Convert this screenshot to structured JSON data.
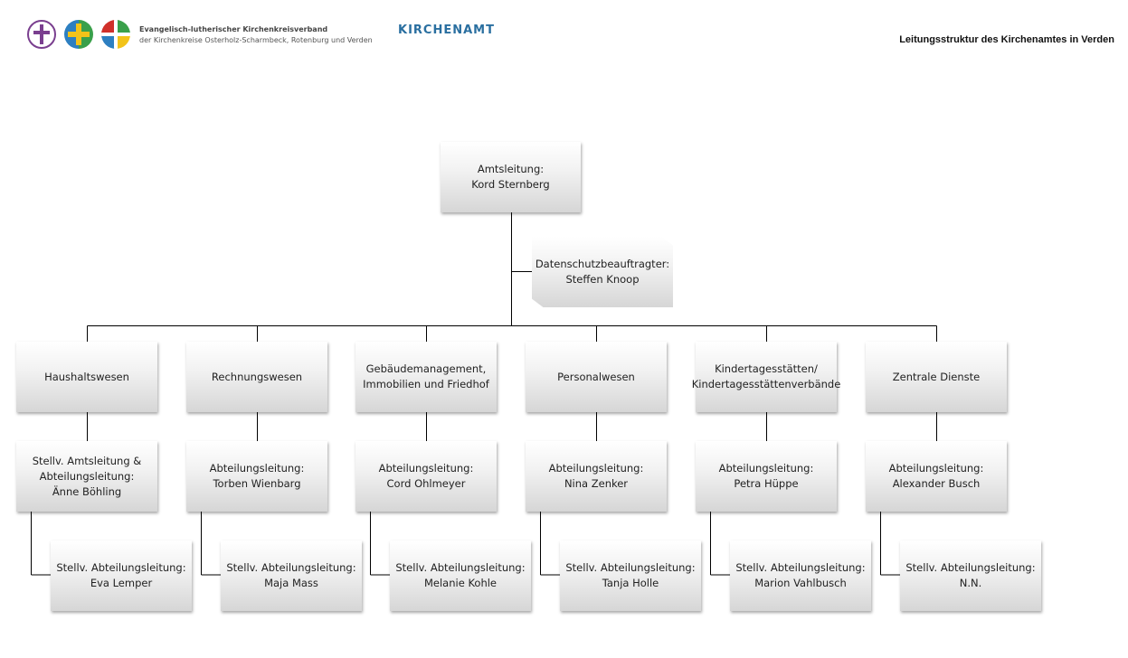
{
  "header": {
    "org_line1": "Evangelisch-lutherischer Kirchenkreisverband",
    "org_line2": "der Kirchenkreise Osterholz-Scharmbeck, Rotenburg und Verden",
    "kirchenamt": "KIRCHENAMT",
    "title": "Leitungsstruktur des Kirchenamtes in Verden"
  },
  "top": {
    "role": "Amtsleitung:",
    "name": "Kord Sternberg"
  },
  "datenschutz": {
    "role": "Datenschutzbeauftragter:",
    "name": "Steffen Knoop"
  },
  "departments": [
    {
      "name_lines": [
        "Haushaltswesen"
      ],
      "lead_role": [
        "Stellv. Amtsleitung &",
        "Abteilungsleitung:"
      ],
      "lead_name": "Änne Böhling",
      "deputy_role": "Stellv. Abteilungsleitung:",
      "deputy_name": "Eva Lemper"
    },
    {
      "name_lines": [
        "Rechnungswesen"
      ],
      "lead_role": [
        "Abteilungsleitung:"
      ],
      "lead_name": "Torben Wienbarg",
      "deputy_role": "Stellv. Abteilungsleitung:",
      "deputy_name": "Maja Mass"
    },
    {
      "name_lines": [
        "Gebäudemanagement,",
        "Immobilien und Friedhof"
      ],
      "lead_role": [
        "Abteilungsleitung:"
      ],
      "lead_name": "Cord Ohlmeyer",
      "deputy_role": "Stellv. Abteilungsleitung:",
      "deputy_name": "Melanie Kohle"
    },
    {
      "name_lines": [
        "Personalwesen"
      ],
      "lead_role": [
        "Abteilungsleitung:"
      ],
      "lead_name": "Nina Zenker",
      "deputy_role": "Stellv. Abteilungsleitung:",
      "deputy_name": "Tanja Holle"
    },
    {
      "name_lines": [
        "Kindertagesstätten/",
        "Kindertagesstättenverbände"
      ],
      "lead_role": [
        "Abteilungsleitung:"
      ],
      "lead_name": "Petra Hüppe",
      "deputy_role": "Stellv. Abteilungsleitung:",
      "deputy_name": "Marion Vahlbusch"
    },
    {
      "name_lines": [
        "Zentrale Dienste"
      ],
      "lead_role": [
        "Abteilungsleitung:"
      ],
      "lead_name": "Alexander Busch",
      "deputy_role": "Stellv. Abteilungsleitung:",
      "deputy_name": "N.N."
    }
  ],
  "colors": {
    "line": "#000000",
    "kirchenamt": "#2a6fa0",
    "logo_purple": "#7a3f8f",
    "logo_blue": "#2d7fc1",
    "logo_green": "#3aa04a",
    "logo_yellow": "#f2c319",
    "logo_red": "#d0302a"
  }
}
